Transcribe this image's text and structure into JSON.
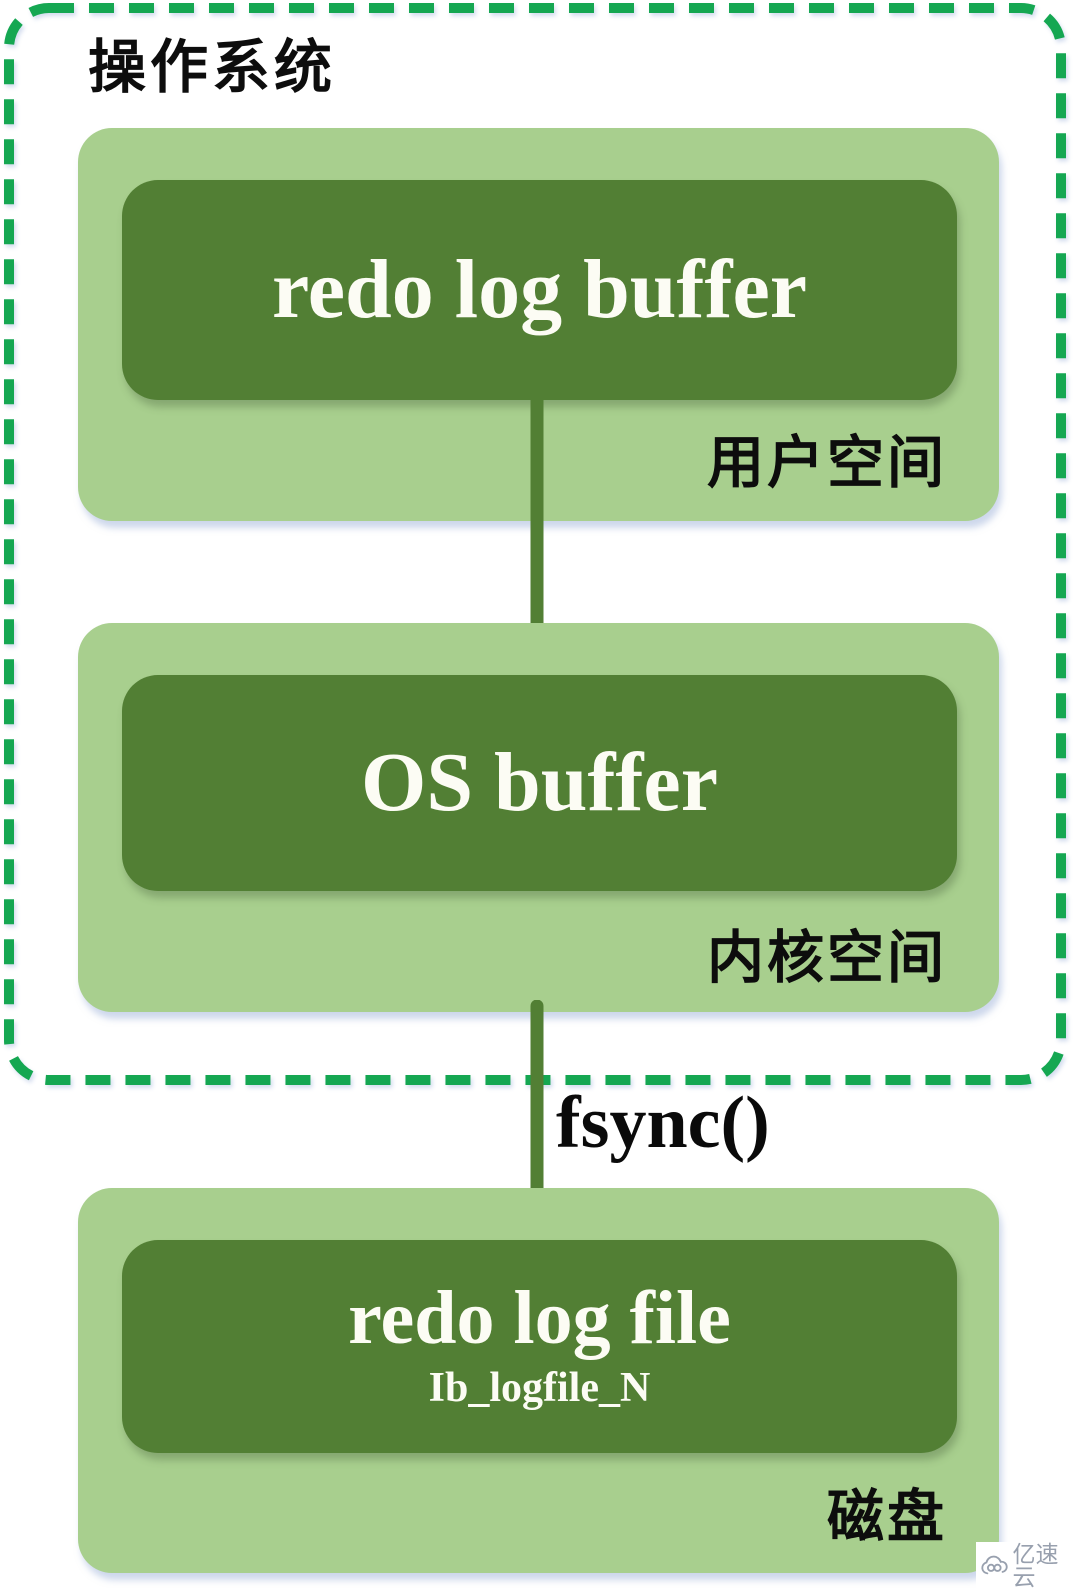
{
  "diagram": {
    "os_title": "操作系统",
    "user_space": {
      "box_label": "redo log buffer",
      "region_label": "用户空间"
    },
    "kernel_space": {
      "box_label": "OS buffer",
      "region_label": "内核空间"
    },
    "fsync_label": "fsync()",
    "disk": {
      "box_label": "redo log file",
      "box_sublabel": "Ib_logfile_N",
      "region_label": "磁盘"
    }
  },
  "watermark": {
    "text": "亿速云",
    "icon": "cloud-icon"
  },
  "colors": {
    "region_light_green": "#a8cf8e",
    "box_dark_green": "#527f34",
    "dashed_border_green": "#15a752",
    "arrow_green": "#527f34",
    "label_black": "#0d0d0d",
    "box_text_white": "#fcfcf4",
    "watermark_gray": "#98a0ae"
  }
}
